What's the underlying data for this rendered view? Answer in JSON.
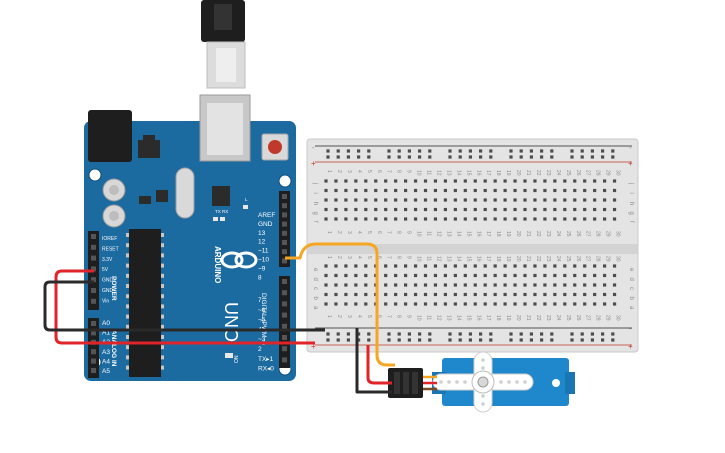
{
  "arduino": {
    "brand": "ARDUINO",
    "model": "UNO",
    "header_top": [
      "AREF",
      "GND",
      "13",
      "12",
      "~11",
      "~10",
      "~9",
      "8"
    ],
    "header_bottom": [
      "7",
      "~6",
      "~5",
      "4",
      "~3",
      "2",
      "TX▸1",
      "RX◂0"
    ],
    "digital_label": "DIGITAL (PWM ~)",
    "power_pins": [
      "IOREF",
      "RESET",
      "3.3V",
      "5V",
      "GND",
      "GND",
      "Vin"
    ],
    "power_label": "POWER",
    "analog_pins": [
      "A0",
      "A1",
      "A2",
      "A3",
      "A4",
      "A5"
    ],
    "analog_label": "ANALOG IN",
    "led_labels": [
      "TX",
      "RX",
      "L"
    ],
    "on_label": "ON"
  },
  "breadboard": {
    "columns": 30,
    "rows_top": [
      "j",
      "i",
      "h",
      "g",
      "f"
    ],
    "rows_bottom": [
      "e",
      "d",
      "c",
      "b",
      "a"
    ],
    "rail_plus": "+",
    "rail_minus": "-"
  },
  "colors": {
    "board": "#1b6aa0",
    "servo": "#1f87cc",
    "wire_signal": "#f5a623",
    "wire_power": "#e0242a",
    "wire_ground": "#2a2a2a"
  }
}
